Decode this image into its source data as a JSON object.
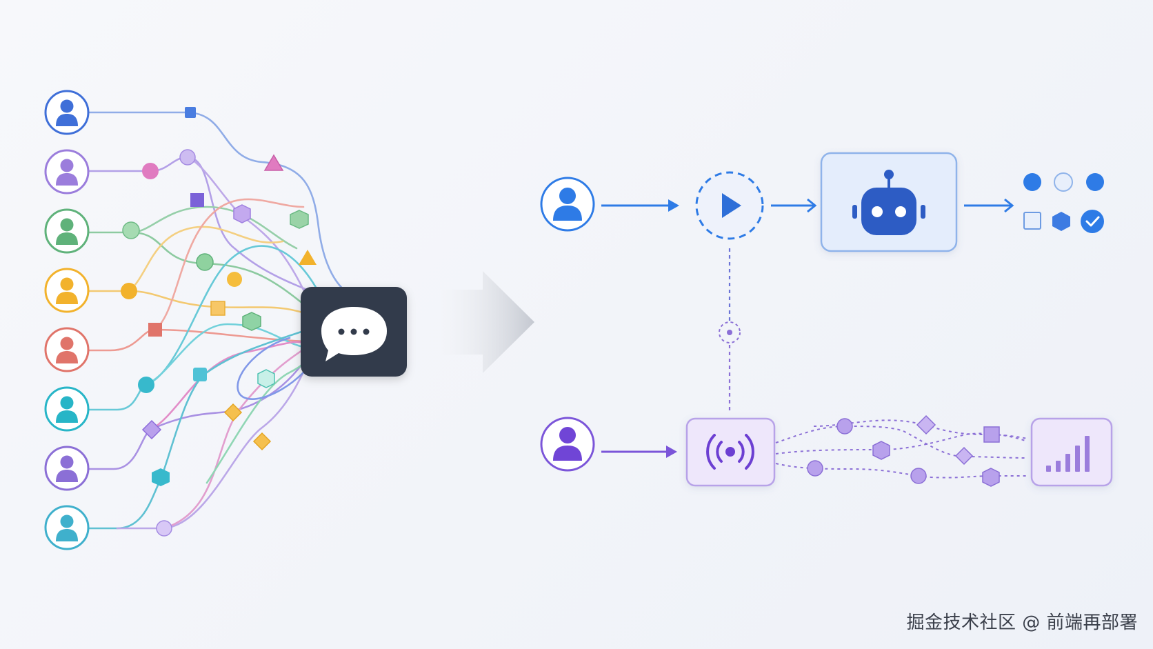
{
  "watermark": "掘金技术社区 @ 前端再部署",
  "colors": {
    "blue": "#3f6fd8",
    "blue_bright": "#2e7be6",
    "purple": "#8b6fd6",
    "violet": "#7b55d9",
    "green": "#5fb27a",
    "amber": "#f2b22c",
    "coral": "#e0746a",
    "teal": "#27b5c7",
    "pink": "#e07bc0",
    "chat_box": "#333a4b",
    "robot_box_fill": "#e4edfc",
    "robot_box_stroke": "#8fb3ea",
    "signal_box_fill": "#eee7fb",
    "signal_box_stroke": "#b7a2e8",
    "divider_arrow": "#c9ccd4"
  },
  "left_panel": {
    "users": [
      {
        "name": "user-blue",
        "color": "#3f6fd8"
      },
      {
        "name": "user-purple",
        "color": "#9b7ddc"
      },
      {
        "name": "user-green",
        "color": "#5fb27a"
      },
      {
        "name": "user-amber",
        "color": "#f2b22c"
      },
      {
        "name": "user-coral",
        "color": "#e0746a"
      },
      {
        "name": "user-teal",
        "color": "#27b5c7"
      },
      {
        "name": "user-violet",
        "color": "#8b6fd6"
      },
      {
        "name": "user-cyan",
        "color": "#3fb0cc"
      }
    ],
    "hub_icon": "chat-bubble-icon"
  },
  "right_panel": {
    "top_flow": [
      "user-icon",
      "play-icon",
      "robot-icon",
      "result-icons"
    ],
    "bottom_flow": [
      "user-icon",
      "signal-icon",
      "bar-chart-icon"
    ]
  }
}
